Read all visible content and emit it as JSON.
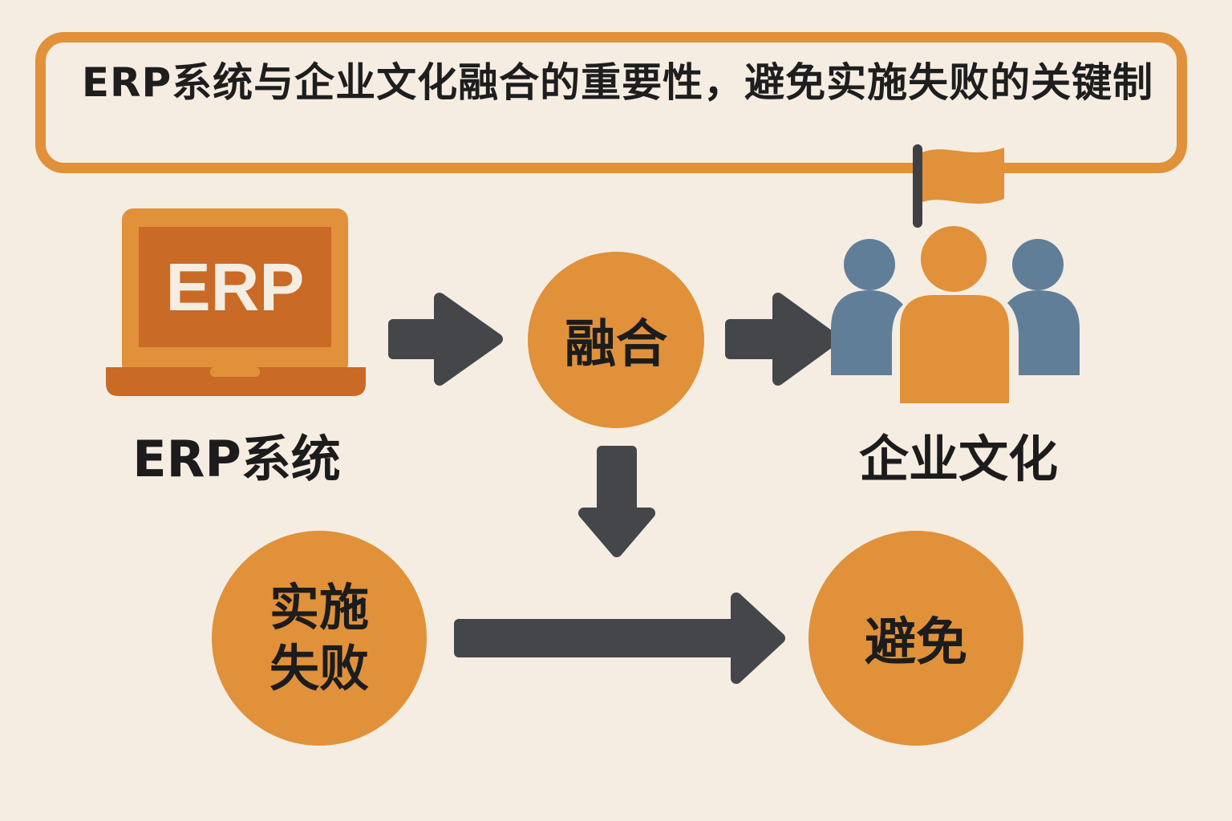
{
  "title": "ERP系统与企业文化融合的重要性，避免实施失败的关键制",
  "nodes": {
    "erp_screen_text": "ERP",
    "erp_label": "ERP系统",
    "fusion": "融合",
    "culture_label": "企业文化",
    "failure_line1": "实施",
    "failure_line2": "失败",
    "avoid": "避免"
  },
  "colors": {
    "background": "#f5ede2",
    "accent_orange": "#e0913a",
    "laptop_dark": "#c96a26",
    "arrow": "#44464a",
    "people_blue": "#607e98"
  }
}
